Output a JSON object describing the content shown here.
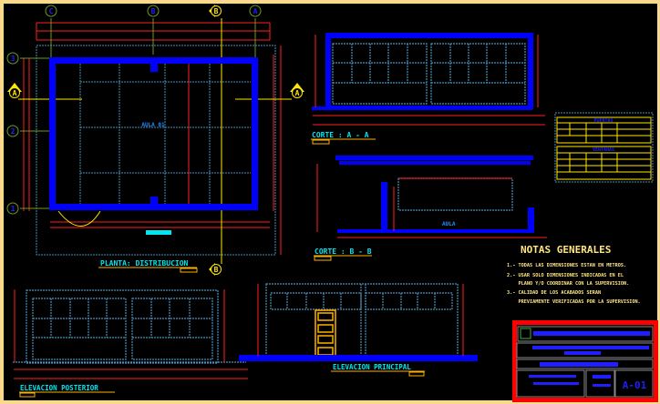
{
  "colors": {
    "background": "#000000",
    "frame": "#f9d98c",
    "wall": "#0000ff",
    "dimension": "#ff0000",
    "text": "#00e5ee",
    "notes": "#ffe680",
    "grid": "#4a90b8"
  },
  "grid_axes": {
    "columns": [
      "C",
      "B",
      "A"
    ],
    "rows": [
      "3",
      "2",
      "1"
    ],
    "section_a": "A",
    "section_b": "B"
  },
  "plan": {
    "title": "PLANTA: DISTRIBUCION",
    "room_name": "AULA 01"
  },
  "sections": {
    "a_title": "CORTE : A - A",
    "b_title": "CORTE : B - B",
    "b_room": "AULA"
  },
  "elevations": {
    "rear_title": "ELEVACION POSTERIOR",
    "main_title": "ELEVACION PRINCIPAL"
  },
  "tables": {
    "doors_title": "PUERTAS",
    "windows_title": "VENTANAS"
  },
  "notes": {
    "title": "NOTAS GENERALES",
    "items": [
      "1.- TODAS LAS DIMENSIONES ESTAN EN METROS.",
      "2.- USAR SOLO DIMENSIONES INDICADAS EN EL",
      "    PLANO Y/O COORDINAR CON LA SUPERVISION.",
      "3.- CALIDAD DE LOS ACABADOS SERAN",
      "    PREVIAMENTE VERIFICADAS POR LA SUPERVISION."
    ]
  },
  "title_block": {
    "sheet_number": "A-01"
  }
}
